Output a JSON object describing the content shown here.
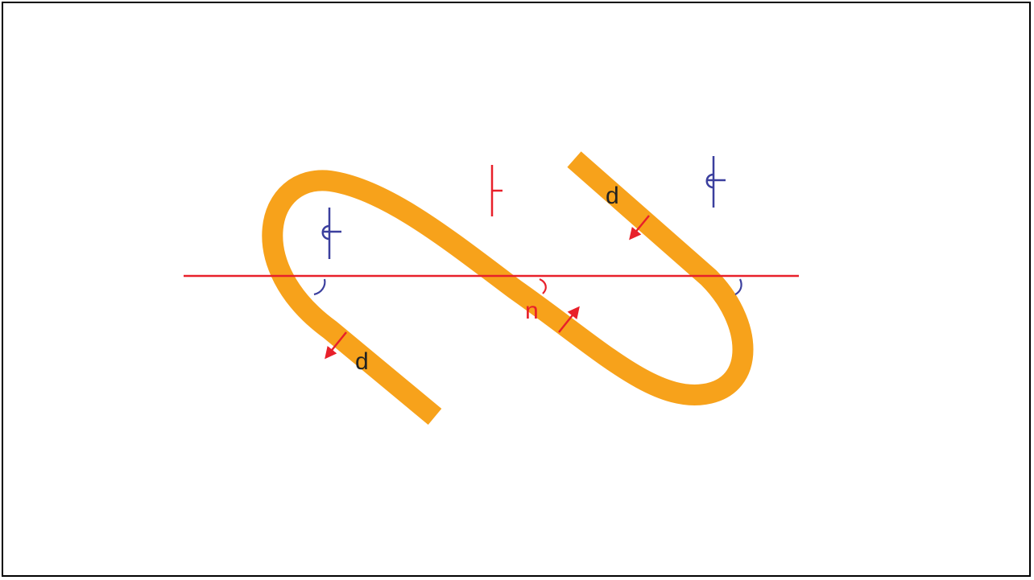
{
  "colors": {
    "strip": "#F7A21B",
    "cut_line": "#E8202A",
    "symbol_blue": "#3B3F9E",
    "label_dark": "#222222",
    "label_red": "#E8202A",
    "border": "#000000"
  },
  "labels": {
    "d_upper_right": "d",
    "d_lower_left": "d",
    "n_center": "n"
  }
}
